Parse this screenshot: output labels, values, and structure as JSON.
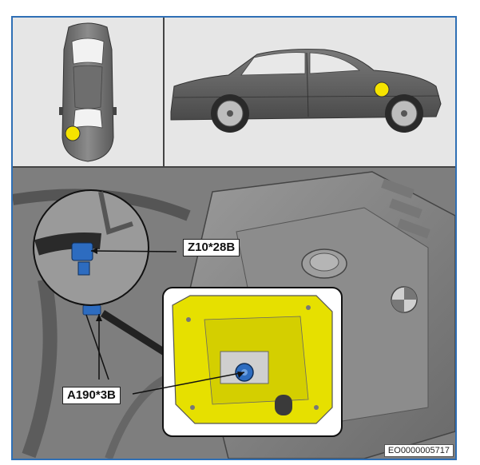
{
  "labels": {
    "connector_z10": "Z10*28B",
    "connector_a190": "A190*3B"
  },
  "document_id": "EO0000005717",
  "colors": {
    "frame_border": "#2f6fb5",
    "marker_fill": "#f5e300",
    "component_highlight": "#e6e000",
    "connector_blue": "#2d6cc0"
  },
  "icons": {
    "top_view": "car-top-view-icon",
    "side_view": "car-side-view-icon",
    "marker": "location-marker-icon"
  }
}
